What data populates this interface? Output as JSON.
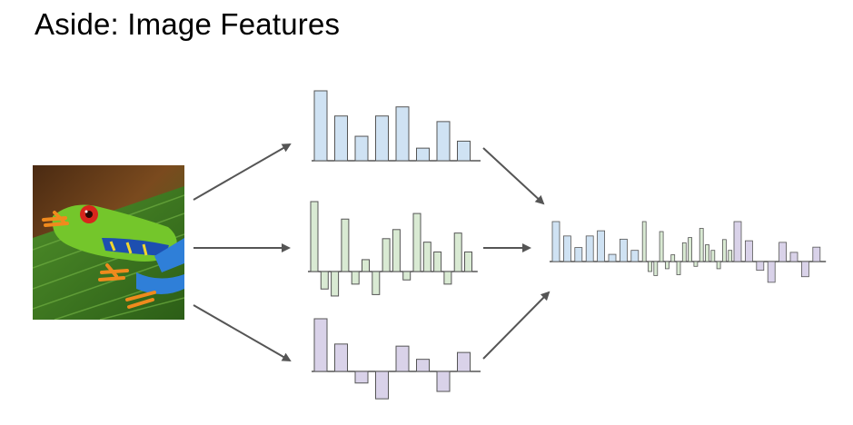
{
  "slide": {
    "title": "Aside: Image Features"
  },
  "colors": {
    "blue_fill": "#cfe2f3",
    "green_fill": "#d9ead3",
    "purple_fill": "#d9d2e9",
    "bar_stroke": "#555555",
    "baseline": "#333333",
    "arrow": "#555555"
  },
  "icons": {
    "input_image": "frog-photo-icon"
  },
  "feature_vectors": {
    "blue": [
      1.0,
      0.64,
      0.35,
      0.64,
      0.77,
      0.18,
      0.56,
      0.28
    ],
    "green": [
      1.0,
      -0.25,
      -0.35,
      0.75,
      -0.18,
      0.17,
      -0.33,
      0.47,
      0.6,
      -0.12,
      0.83,
      0.42,
      0.28,
      -0.18,
      0.55,
      0.28
    ],
    "purple": [
      1.0,
      0.52,
      -0.22,
      -0.52,
      0.48,
      0.23,
      -0.38,
      0.36
    ]
  }
}
